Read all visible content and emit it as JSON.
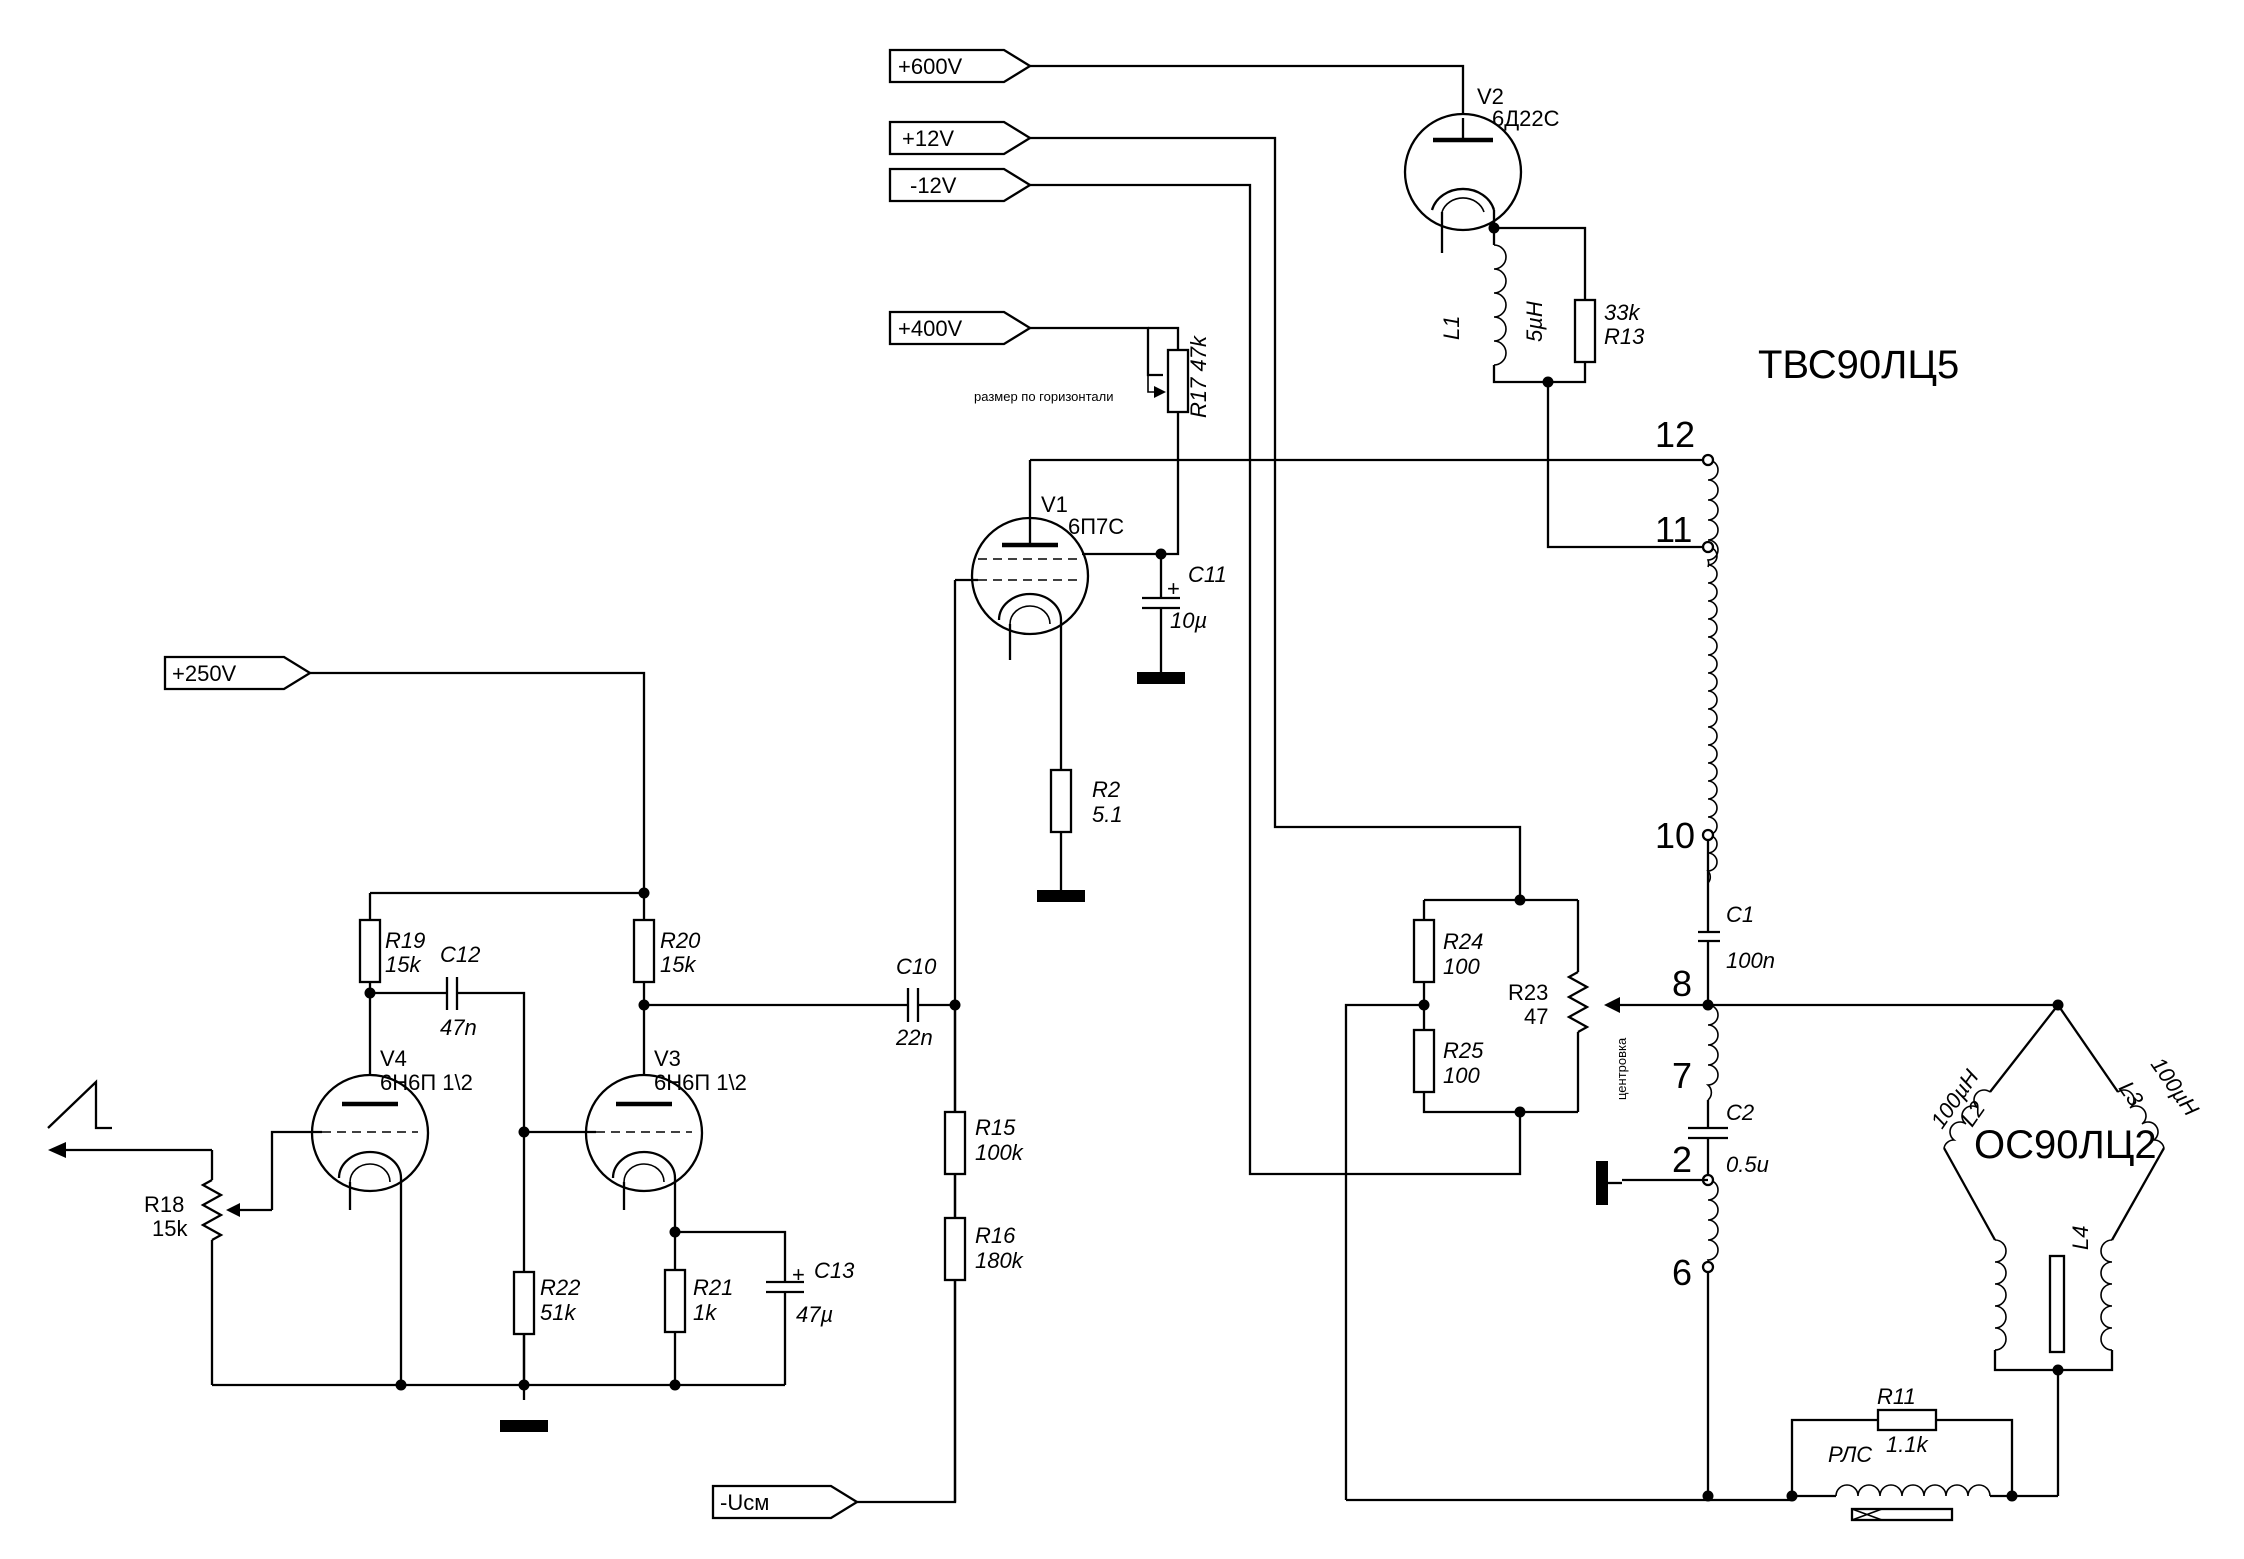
{
  "rails": {
    "p600": "+600V",
    "p12": "+12V",
    "m12": "-12V",
    "p400": "+400V",
    "p250": "+250V",
    "ucm": "-Uсм"
  },
  "transformer": {
    "name": "ТВС90ЛЦ5",
    "pins": {
      "p12": "12",
      "p11": "11",
      "p10": "10",
      "p8": "8",
      "p7": "7",
      "p2": "2",
      "p6": "6"
    }
  },
  "tubes": {
    "V1": {
      "ref": "V1",
      "type": "6П7С"
    },
    "V2": {
      "ref": "V2",
      "type": "6Д22С"
    },
    "V3": {
      "ref": "V3",
      "type": "6Н6П 1\\2"
    },
    "V4": {
      "ref": "V4",
      "type": "6Н6П 1\\2"
    }
  },
  "resistors": {
    "R2": {
      "ref": "R2",
      "value": "5.1"
    },
    "R11": {
      "ref": "R11",
      "value": "1.1k"
    },
    "R13": {
      "ref": "R13",
      "value": "33k"
    },
    "R15": {
      "ref": "R15",
      "value": "100k"
    },
    "R16": {
      "ref": "R16",
      "value": "180k"
    },
    "R17": {
      "ref": "R17 47k"
    },
    "R18": {
      "ref": "R18",
      "value": "15k"
    },
    "R19": {
      "ref": "R19",
      "value": "15k"
    },
    "R20": {
      "ref": "R20",
      "value": "15k"
    },
    "R21": {
      "ref": "R21",
      "value": "1k"
    },
    "R22": {
      "ref": "R22",
      "value": "51k"
    },
    "R23": {
      "ref": "R23",
      "value": "47"
    },
    "R24": {
      "ref": "R24",
      "value": "100"
    },
    "R25": {
      "ref": "R25",
      "value": "100"
    }
  },
  "capacitors": {
    "C1": {
      "ref": "C1",
      "value": "100n"
    },
    "C2": {
      "ref": "C2",
      "value": "0.5u"
    },
    "C10": {
      "ref": "C10",
      "value": "22n"
    },
    "C11": {
      "ref": "C11",
      "value": "10µ"
    },
    "C12": {
      "ref": "C12",
      "value": "47n"
    },
    "C13": {
      "ref": "C13",
      "value": "47µ"
    }
  },
  "inductors": {
    "L1": {
      "ref": "L1",
      "value": "5µH"
    },
    "L2": {
      "ref": "L2",
      "value": "100µH"
    },
    "L3": {
      "ref": "L3",
      "value": "100µH"
    },
    "L4": {
      "ref": "L4"
    },
    "RLS": {
      "ref": "РЛС"
    }
  },
  "yoke": {
    "name": "ОС90ЛЦ2"
  },
  "notes": {
    "hsize": "размер по горизонтали",
    "centering": "центровка"
  },
  "symbols": {
    "plus": "+"
  },
  "icons": [
    "sawtooth-signal-icon",
    "ground-icon",
    "vacuum-tube-icon"
  ]
}
